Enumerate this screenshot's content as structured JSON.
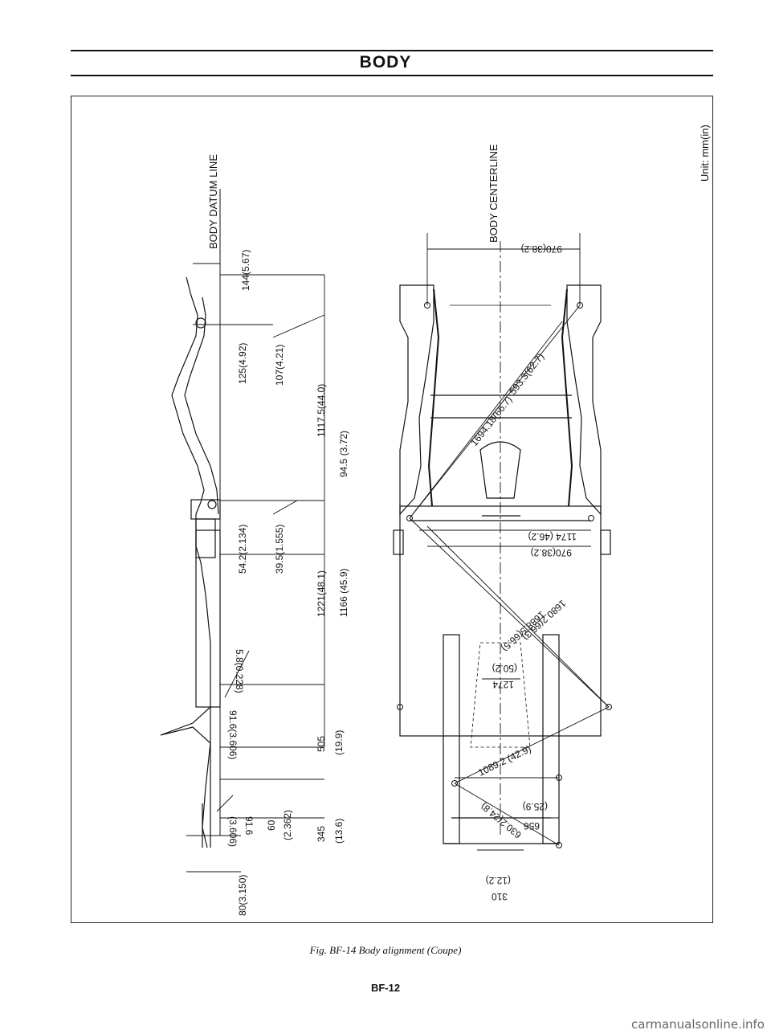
{
  "header": {
    "title": "BODY"
  },
  "diagram": {
    "unit_label": "Unit: mm(in)",
    "reference_lines": {
      "datum": "BODY DATUM LINE",
      "centerline": "BODY CENTERLINE"
    },
    "side_view_dims": {
      "d_144": "144(5.67)",
      "d_125": "125(4.92)",
      "d_107": "107(4.21)",
      "d_1117": "1117.5(44.0)",
      "d_94": "94.5 (3.72)",
      "d_54": "54.2(2.134)",
      "d_39": "39.5(1.555)",
      "d_1221": "1221(48.1)",
      "d_1166": "1166 (45.9)",
      "d_5_8": "5.8(0.228)",
      "d_91_6_upper": "91.6(3.606)",
      "d_505": "505",
      "d_19_9": "(19.9)",
      "d_91_6_lower_a": "91.6",
      "d_91_6_lower_b": "(3.606)",
      "d_60": "60",
      "d_2_362": "(2.362)",
      "d_345": "345",
      "d_13_6": "(13.6)",
      "d_80": "80(3.150)"
    },
    "plan_view_dims": {
      "d_970_top": "970(38.2)",
      "d_593": "593.3(62.7)",
      "d_1694": "1694.18(66.7)",
      "d_1174": "1174 (46.2)",
      "d_970_mid": "970(38.2)",
      "d_1688": "1688.5(66.5)",
      "d_1680": "1680.2(66.3)",
      "d_1274": "1274",
      "d_50_2": "(50.2)",
      "d_1089": "1089.2 (42.9)",
      "d_630": "630.2(24.8)",
      "d_656": "656",
      "d_25_9": "(25.9)",
      "d_310": "310",
      "d_12_2": "(12.2)"
    }
  },
  "caption": "Fig. BF-14 Body alignment (Coupe)",
  "page_number": "BF-12",
  "watermark": "carmanualsonline.info"
}
